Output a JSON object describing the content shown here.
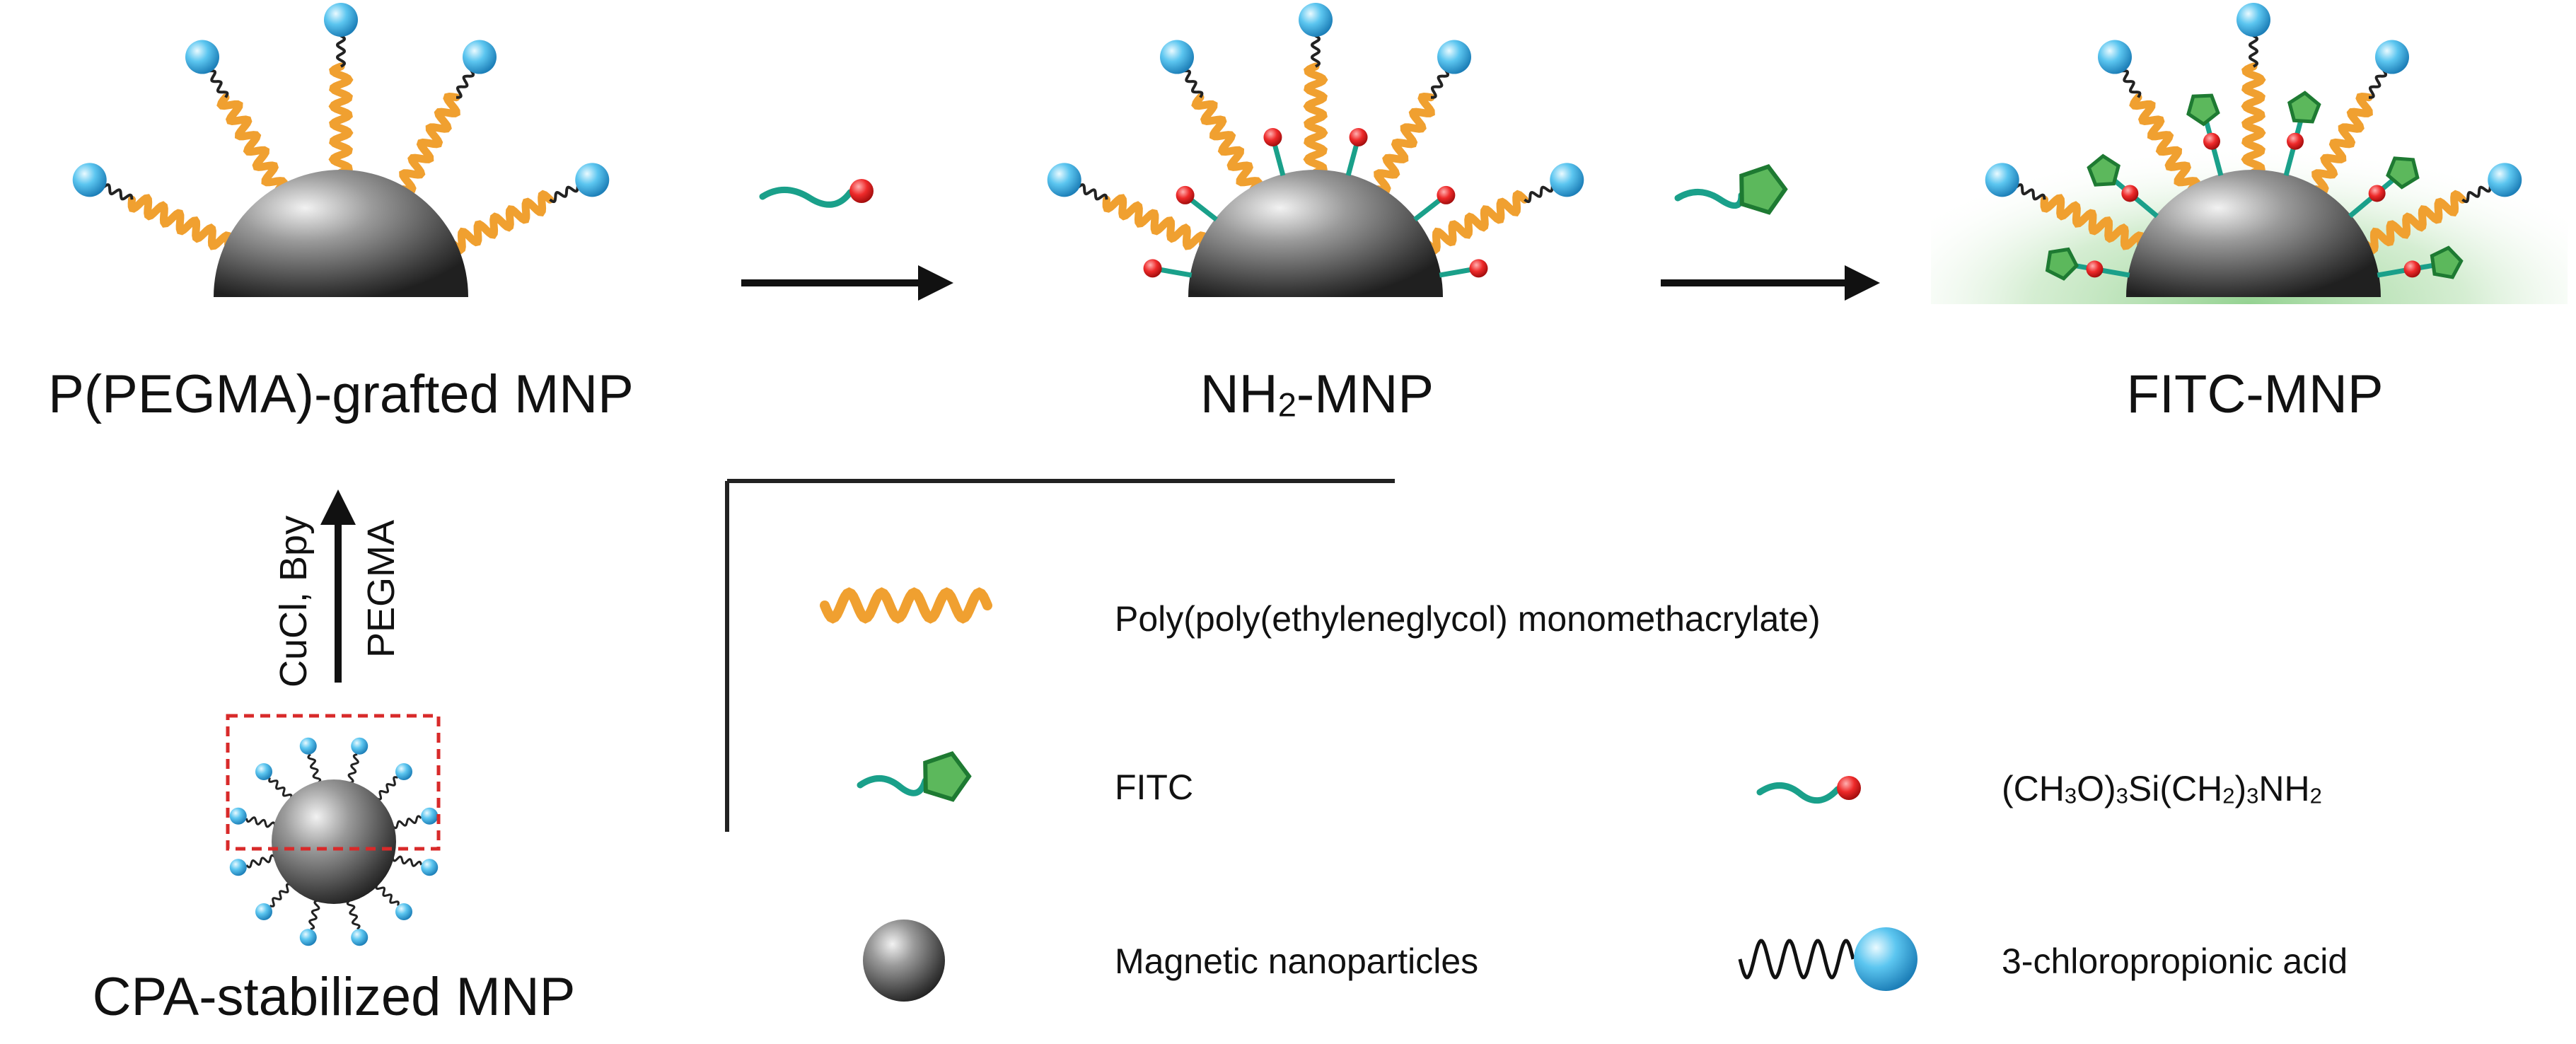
{
  "particles": {
    "pegma_grafted": "P(PEGMA)-grafted MNP",
    "nh2_prefix": "NH",
    "nh2_sub": "2",
    "nh2_suffix": "-MNP",
    "fitc": "FITC-MNP",
    "cpa_stabilized": "CPA-stabilized MNP"
  },
  "reaction": {
    "conditions_left": "CuCl, Bpy",
    "conditions_right": "PEGMA"
  },
  "legend": {
    "pegma": "Poly(poly(ethyleneglycol) monomethacrylate)",
    "fitc": "FITC",
    "silane": {
      "p1": "(CH",
      "s1": "3",
      "p2": "O)",
      "s2": "3",
      "p3": "Si(CH",
      "s3": "2",
      "p4": ")",
      "s4": "3",
      "p5": "NH",
      "s5": "2"
    },
    "mnp": "Magnetic nanoparticles",
    "cpa": "3-chloropropionic acid"
  },
  "colors": {
    "polymer_chain": "#f0a030",
    "linker": "#1aa08a",
    "amine_dot": "#e8202a",
    "fitc_pentagon": "#5cb85c",
    "cpa_sphere": "#3ab0e6",
    "highlight_box": "#d82a2a",
    "glow": "#7cc87a"
  }
}
